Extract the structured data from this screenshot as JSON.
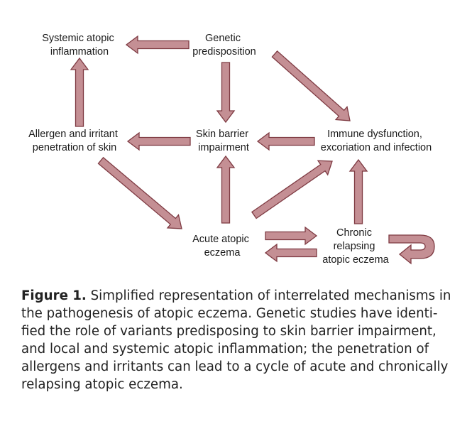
{
  "colors": {
    "arrow_fill": "#c48f94",
    "arrow_stroke": "#7e3a42",
    "text": "#1a1a1a"
  },
  "nodes": {
    "genetic": [
      "Genetic",
      "predisposition"
    ],
    "systemic": [
      "Systemic atopic",
      "inflammation"
    ],
    "allergen": [
      "Allergen and irritant",
      "penetration of skin"
    ],
    "skin_barrier": [
      "Skin barrier",
      "impairment"
    ],
    "immune": [
      "Immune dysfunction,",
      "excoriation and infection"
    ],
    "acute": [
      "Acute atopic",
      "eczema"
    ],
    "chronic": [
      "Chronic",
      "relapsing",
      "atopic eczema"
    ]
  },
  "caption": {
    "label": "Figure 1.",
    "lines": [
      "Simplified representation of interrelated mechanisms in",
      "the pathogenesis of atopic eczema. Genetic studies have identi-",
      "fied the role of variants predisposing to skin barrier impairment,",
      "and local and systemic atopic inflammation; the penetration of",
      "allergens and irritants can lead to a cycle of acute and chronically",
      "relapsing atopic eczema."
    ]
  }
}
